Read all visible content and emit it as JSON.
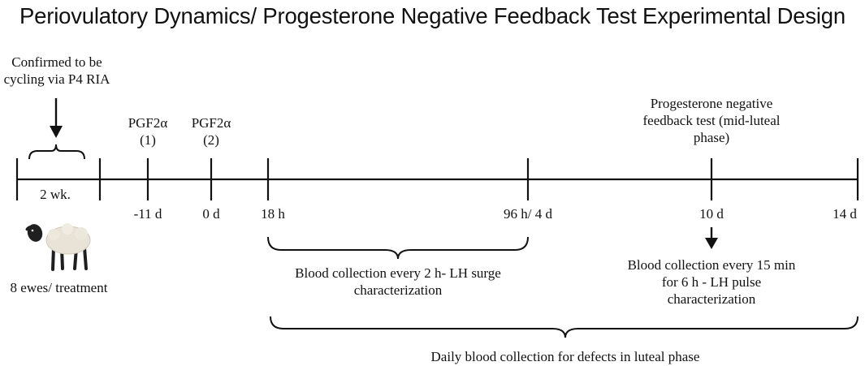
{
  "title": "Periovulatory Dynamics/ Progesterone Negative Feedback Test Experimental Design",
  "cycling": {
    "line1": "Confirmed to be",
    "line2": "cycling via P4 RIA"
  },
  "pgf1": {
    "line1": "PGF2α",
    "line2": "(1)"
  },
  "pgf2": {
    "line1": "PGF2α",
    "line2": "(2)"
  },
  "progesterone_test": {
    "line1": "Progesterone negative",
    "line2": "feedback test (mid-luteal",
    "line3": "phase)"
  },
  "timepoints": {
    "two_wk": "2 wk.",
    "minus_11d": "-11 d",
    "zero_d": "0 d",
    "eighteen_h": "18 h",
    "ninety_six_h": "96 h/ 4 d",
    "ten_d": "10 d",
    "fourteen_d": "14 d"
  },
  "ewes": {
    "label": "8 ewes/ treatment",
    "icon": "sheep-icon"
  },
  "lh_surge": {
    "line1": "Blood collection every 2 h- LH surge",
    "line2": "characterization"
  },
  "lh_pulse": {
    "line1": "Blood collection every 15 min",
    "line2": "for 6 h - LH pulse",
    "line3": "characterization"
  },
  "daily": {
    "label": "Daily blood collection for defects in luteal phase"
  },
  "colors": {
    "ink": "#111111",
    "wool": "#e8e3d6",
    "sheep_dark": "#1f1f1f"
  }
}
